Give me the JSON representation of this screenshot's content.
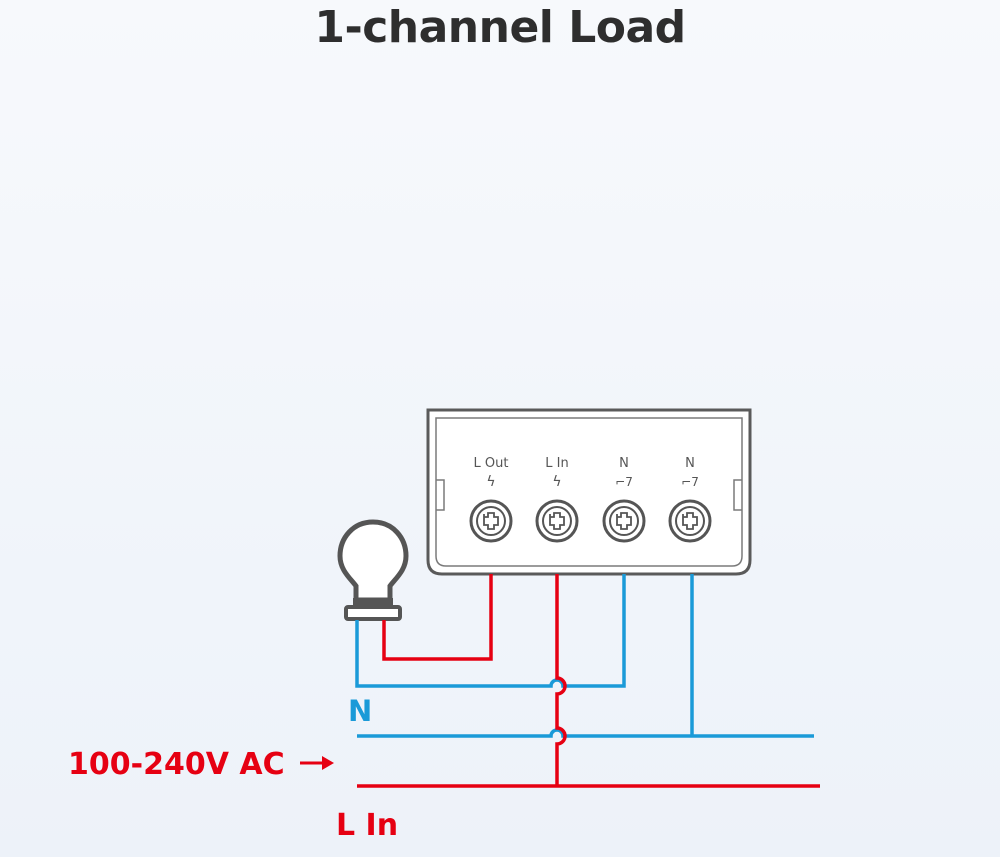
{
  "title": "1-channel Load",
  "terminals": [
    {
      "label": "L Out",
      "symbol": "ϟ"
    },
    {
      "label": "L In",
      "symbol": "ϟ"
    },
    {
      "label": "N",
      "symbol": "⌐7"
    },
    {
      "label": "N",
      "symbol": "⌐7"
    }
  ],
  "labels": {
    "neutral": "N",
    "supply": "100-240V AC",
    "live_in": "L In"
  },
  "colors": {
    "live": "#e60012",
    "neutral": "#1a9ad8",
    "device": "#555555",
    "text": "#2e2e2e"
  }
}
